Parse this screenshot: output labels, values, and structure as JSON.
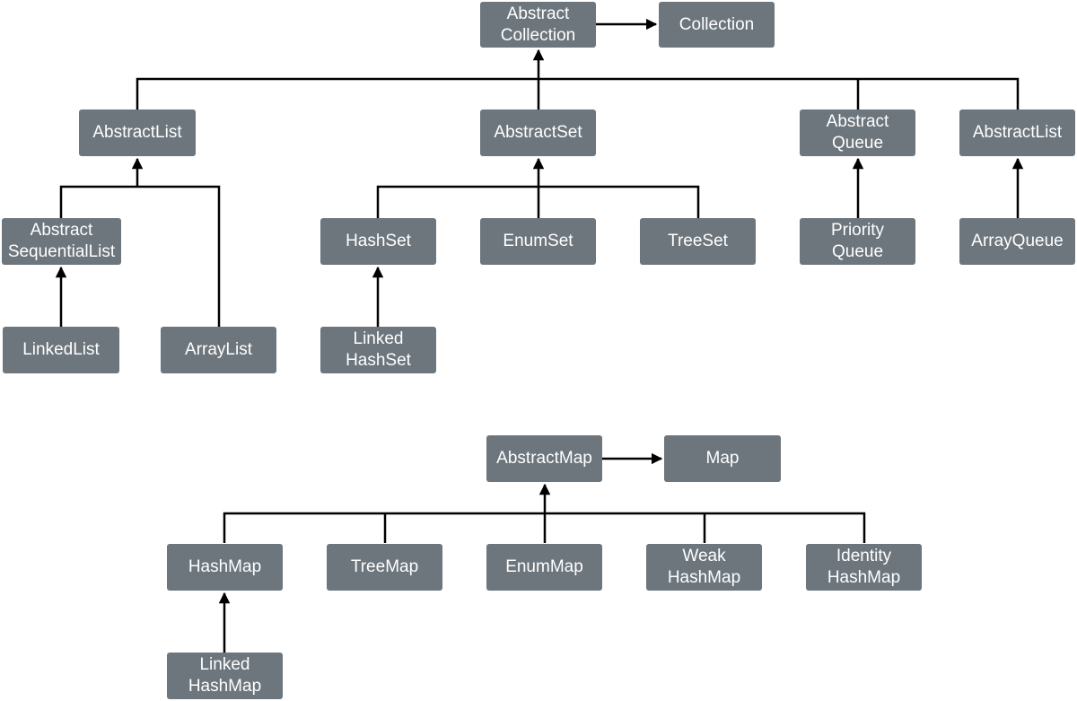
{
  "nodes": {
    "abstract_collection": "Abstract\nCollection",
    "collection": "Collection",
    "abstract_list_1": "AbstractList",
    "abstract_set": "AbstractSet",
    "abstract_queue": "Abstract\nQueue",
    "abstract_list_2": "AbstractList",
    "abstract_sequential_list": "Abstract\nSequentialList",
    "hash_set": "HashSet",
    "enum_set": "EnumSet",
    "tree_set": "TreeSet",
    "priority_queue": "Priority\nQueue",
    "array_queue": "ArrayQueue",
    "linked_list": "LinkedList",
    "array_list": "ArrayList",
    "linked_hash_set": "Linked\nHashSet",
    "abstract_map": "AbstractMap",
    "map": "Map",
    "hash_map": "HashMap",
    "tree_map": "TreeMap",
    "enum_map": "EnumMap",
    "weak_hash_map": "Weak\nHashMap",
    "identity_hash_map": "Identity\nHashMap",
    "linked_hash_map": "Linked\nHashMap"
  },
  "colors": {
    "node_fill": "#6d767d",
    "node_text": "#ffffff",
    "connector": "#000000"
  }
}
